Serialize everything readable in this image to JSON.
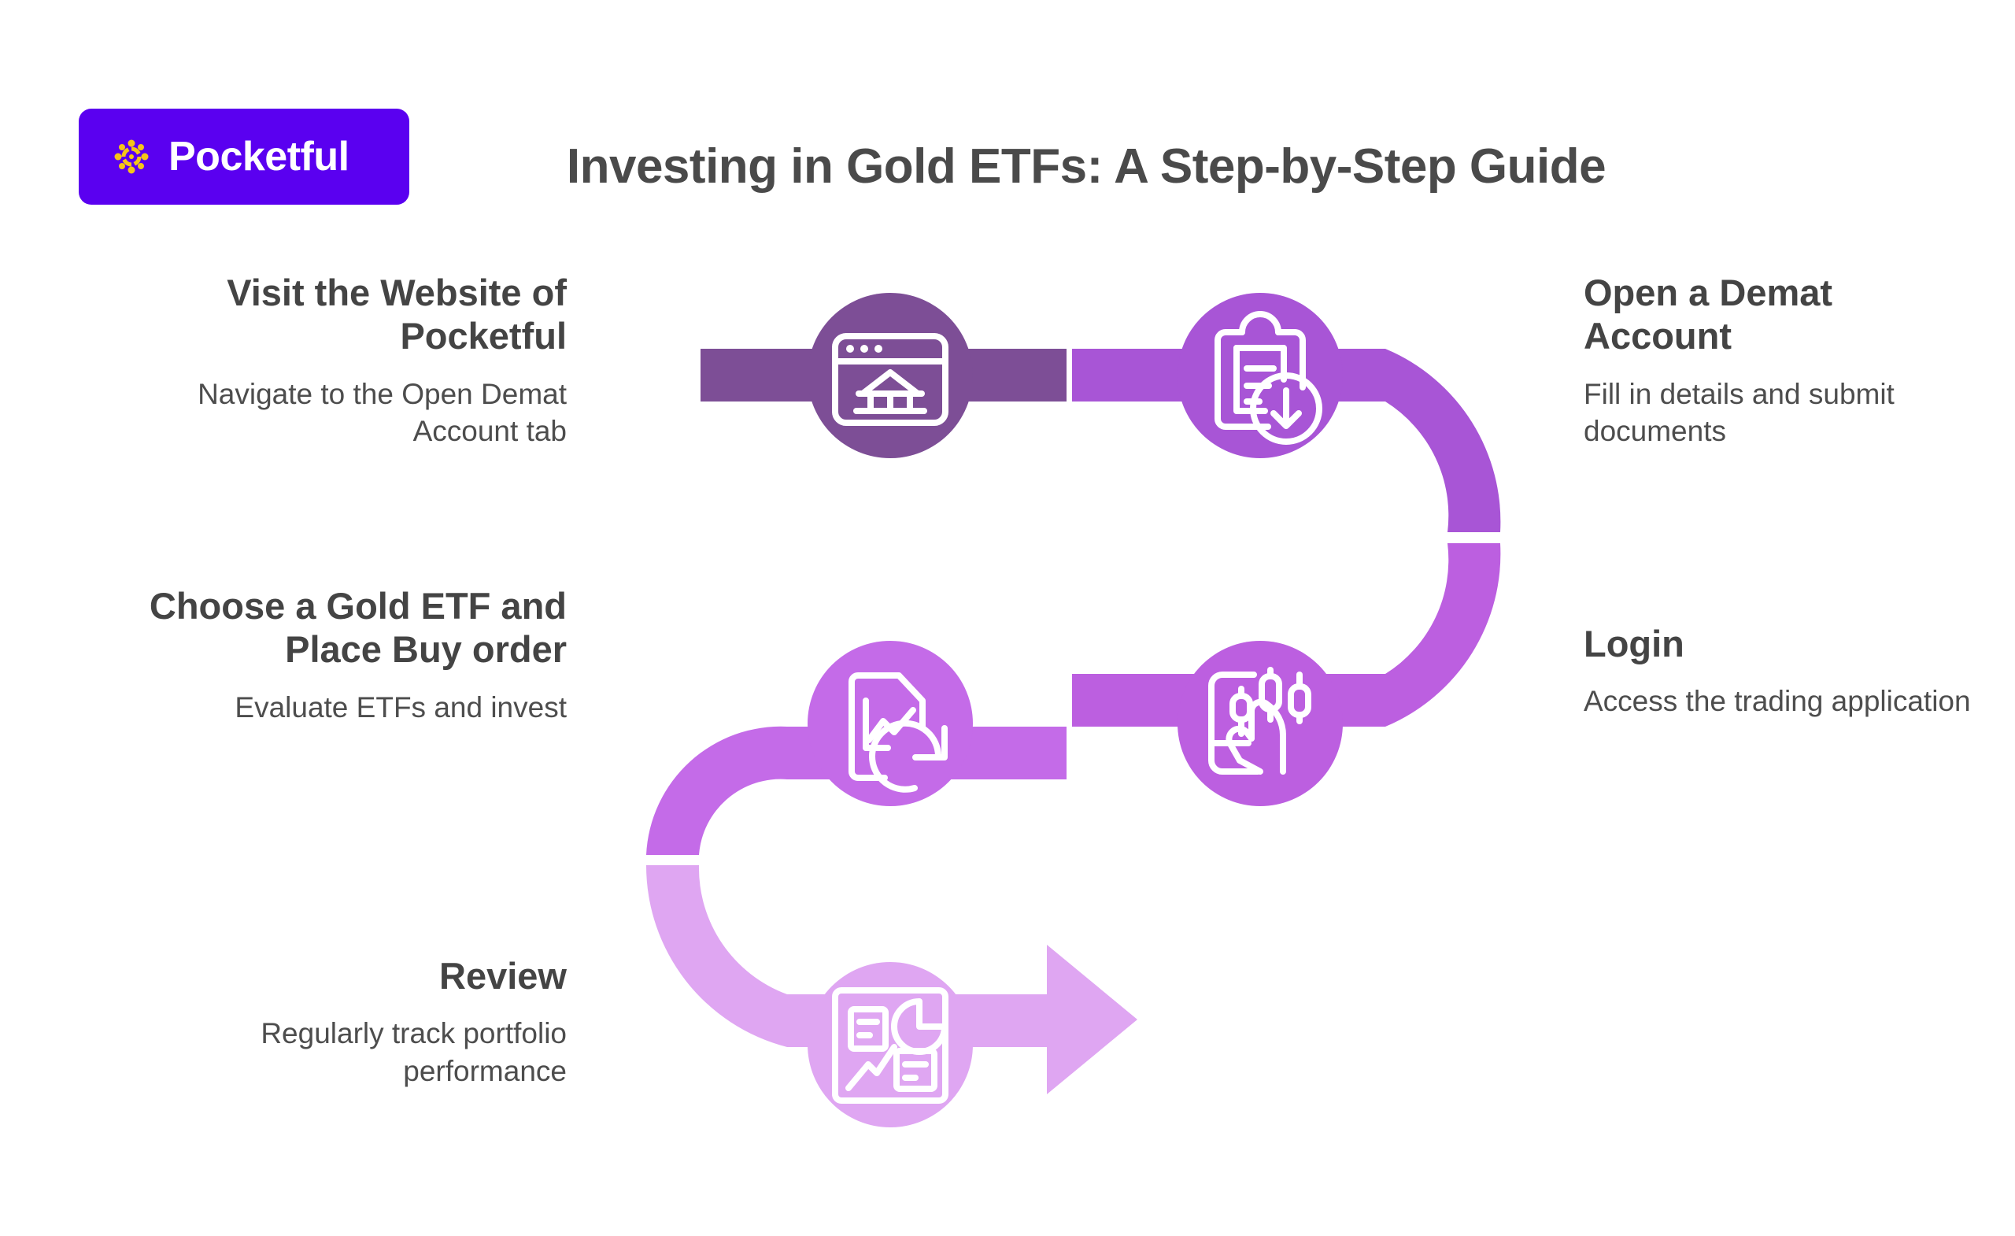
{
  "brand": {
    "name": "Pocketful",
    "badge_color": "#5A00F0",
    "mark_color": "#F5C518",
    "mark_icon": "pinwheel-dots-icon"
  },
  "header": {
    "title": "Investing in Gold ETFs: A Step-by-Step Guide",
    "title_color": "#4a4a4a"
  },
  "palette": {
    "step1": "#7D4E96",
    "step2": "#A855D6",
    "step3": "#BC5FE0",
    "step4": "#C46BE8",
    "step5": "#DFA6F2",
    "icon_stroke": "#FFFFFF",
    "background": "#FFFFFF"
  },
  "steps": [
    {
      "id": "visit-website",
      "order": 1,
      "title": "Visit the Website of Pocketful",
      "description": "Navigate to the Open Demat Account tab",
      "icon": "browser-bank-icon",
      "color": "#7D4E96",
      "side": "left"
    },
    {
      "id": "open-demat-account",
      "order": 2,
      "title": "Open a Demat Account",
      "description": "Fill in details and submit documents",
      "icon": "clipboard-download-icon",
      "color": "#A855D6",
      "side": "right"
    },
    {
      "id": "login",
      "order": 3,
      "title": "Login",
      "description": "Access the trading application",
      "icon": "mobile-candlestick-tap-icon",
      "color": "#BC5FE0",
      "side": "right"
    },
    {
      "id": "choose-gold-etf",
      "order": 4,
      "title": "Choose a Gold ETF and Place Buy order",
      "description": "Evaluate ETFs and invest",
      "icon": "document-chart-refresh-icon",
      "color": "#C46BE8",
      "side": "left"
    },
    {
      "id": "review",
      "order": 5,
      "title": "Review",
      "description": "Regularly track portfolio performance",
      "icon": "dashboard-analytics-icon",
      "color": "#DFA6F2",
      "side": "left"
    }
  ]
}
